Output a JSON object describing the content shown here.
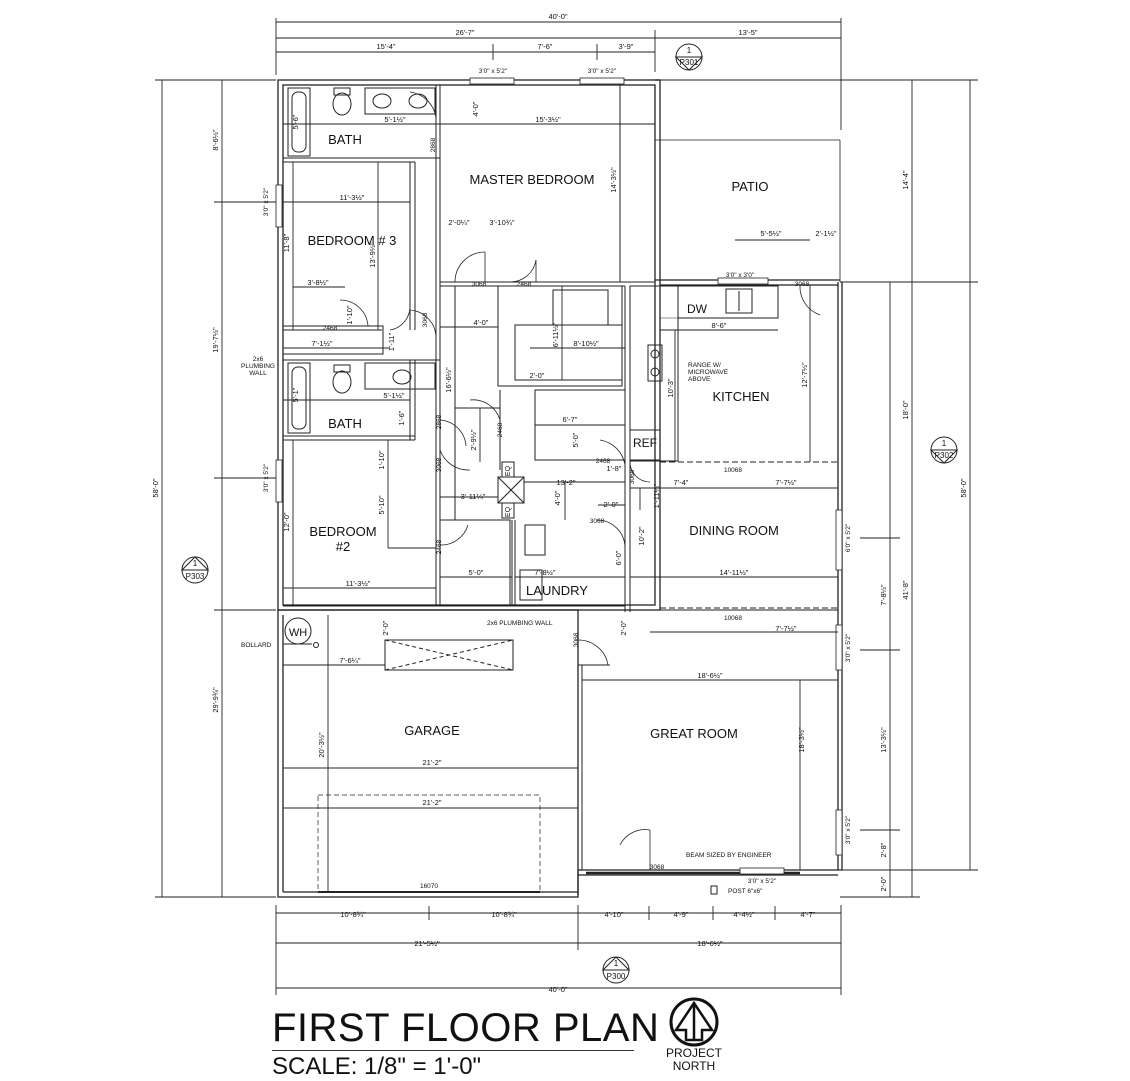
{
  "title": "FIRST FLOOR PLAN",
  "scale": "SCALE: 1/8\" = 1'-0\"",
  "north": {
    "line1": "PROJECT",
    "line2": "NORTH"
  },
  "rooms": {
    "bath_upper": "BATH",
    "master_bedroom": "MASTER BEDROOM",
    "patio": "PATIO",
    "bedroom3": "BEDROOM # 3",
    "bath_lower": "BATH",
    "kitchen": "KITCHEN",
    "bedroom2_a": "BEDROOM",
    "bedroom2_b": "#2",
    "dining_room": "DINING ROOM",
    "laundry": "LAUNDRY",
    "garage": "GARAGE",
    "great_room": "GREAT ROOM"
  },
  "fixtures": {
    "dw": "DW",
    "ref": "REF",
    "wh": "WH",
    "eq1": "EQ",
    "eq2": "EQ"
  },
  "notes": {
    "range": "RANGE W/",
    "range2": "MICROWAVE",
    "range3": "ABOVE",
    "plumbing_wall_h": "2x6 PLUMBING WALL",
    "plumbing_wall_v1": "2x6",
    "plumbing_wall_v2": "PLUMBING",
    "plumbing_wall_v3": "WALL",
    "bollard": "BOLLARD",
    "beam": "BEAM SIZED BY ENGINEER",
    "post": "POST 6\"x6\""
  },
  "openings": {
    "w_top1": "3'0\" x 5'2\"",
    "w_top2": "3'0\" x 5'2\"",
    "w_kitchen": "3'0\" x 3'0\"",
    "w_left1": "3'0\" x 5'2\"",
    "w_left2": "3'0\" x 5'2\"",
    "w_right1": "6'0\" x 5'2\"",
    "w_right2": "3'0\" x 5'2\"",
    "w_right3": "3'0\" x 5'2\"",
    "w_bottom": "3'0\" x 5'2\"",
    "d_3068_a": "3068",
    "d_3068_b": "3068",
    "d_3068_c": "3068",
    "d_3068_d": "3068",
    "d_3068_e": "3068",
    "d_3068_f": "3068",
    "d_3068_g": "3068",
    "d_3068_h": "3068",
    "d_3068_i": "3068",
    "d_2868_a": "2868",
    "d_2868_b": "2868",
    "d_2468_a": "2468",
    "d_2468_b": "2468",
    "d_2468_c": "2468",
    "d_2468_d": "2468",
    "d_2468_e": "2468",
    "d_10068_a": "10068",
    "d_10068_b": "10068",
    "d_16070": "16070"
  },
  "dims": {
    "top_overall": "40'-0\"",
    "top_a": "26'-7\"",
    "top_b": "13'-5\"",
    "top_c": "15'-4\"",
    "top_d": "7'-6\"",
    "top_e": "3'-9\"",
    "bot_a": "10'-8¾\"",
    "bot_b": "10'-8¾\"",
    "bot_c": "4'-10\"",
    "bot_d": "4'-9\"",
    "bot_e": "4'-4½\"",
    "bot_f": "4'-7\"",
    "bot_g": "21'-5½\"",
    "bot_h": "18'-6½\"",
    "bot_overall": "40'-0\"",
    "left_overall": "58'-0\"",
    "left_a": "8'-6½\"",
    "left_b": "19'-7½\"",
    "left_c": "29'-9¾\"",
    "right_overall": "58'-0\"",
    "right_a": "14'-4\"",
    "right_b": "18'-0\"",
    "right_c": "41'-8\"",
    "right_d": "7'-8½\"",
    "right_e": "13'-3½\"",
    "right_f": "2'-8\"",
    "right_g": "2'-0\"",
    "i_bath_w": "5'-1½\"",
    "i_bath_h": "5'-6\"",
    "i_4_0": "4'-0\"",
    "i_master_w": "15'-3½\"",
    "i_master_h": "14'-3½\"",
    "i_br3_w": "11'-3½\"",
    "i_br3_h": "13'-9½\"",
    "i_br3_h2": "11'-8\"",
    "i_2_0a": "2'-0¼\"",
    "i_3_10": "3'-10¾\"",
    "i_3_8": "3'-8½\"",
    "i_1_10a": "1'-10\"",
    "i_7_1": "7'-1½\"",
    "i_1_11": "1'-11\"",
    "i_4_0b": "4'-0\"",
    "i_6_11": "6'-11½\"",
    "i_8_10": "8'-10½\"",
    "i_16_6": "16'-6½\"",
    "i_2_0b": "2'-0\"",
    "i_5_1": "5'-1\"",
    "i_5_1b": "5'-1½\"",
    "i_1_6": "1'-6\"",
    "i_2_9": "2'-9½\"",
    "i_6_7": "6'-7\"",
    "i_5_0": "5'-0\"",
    "i_patio_a": "5'-5½\"",
    "i_patio_b": "2'-1½\"",
    "i_kit_w": "8'-6\"",
    "i_kit_h": "12'-7½\"",
    "i_10_3": "10'-3\"",
    "i_1_10b": "1'-10\"",
    "i_1_8": "1'-8\"",
    "i_13_2": "13'-2\"",
    "i_3_11": "3'-11¼\"",
    "i_4_0c": "4'-0\"",
    "i_2_0c": "2'-0\"",
    "i_7_4": "7'-4\"",
    "i_7_7a": "7'-7½\"",
    "i_1_11b": "1'-11¼\"",
    "i_br2_h": "12'-0\"",
    "i_5_10": "5'-10\"",
    "i_br2_w": "11'-3½\"",
    "i_5_0b": "5'-0\"",
    "i_7_8": "7'-8½\"",
    "i_6_0": "6'-0\"",
    "i_10_2": "10'-2\"",
    "i_14_11": "14'-11½\"",
    "i_7_7b": "7'-7½\"",
    "i_2_0d": "2'-0\"",
    "i_2_0e": "2'-0\"",
    "i_7_6": "7'-6¼\"",
    "i_18_6": "18'-6½\"",
    "i_garage_h": "20'-3½\"",
    "i_21_2a": "21'-2\"",
    "i_21_2b": "21'-2\"",
    "i_great_h": "18'-3½\""
  },
  "section_markers": {
    "p301_n": "1",
    "p301_s": "P301",
    "p302_n": "1",
    "p302_s": "P302",
    "p303_n": "1",
    "p303_s": "P303",
    "p300_n": "1",
    "p300_s": "P300"
  }
}
